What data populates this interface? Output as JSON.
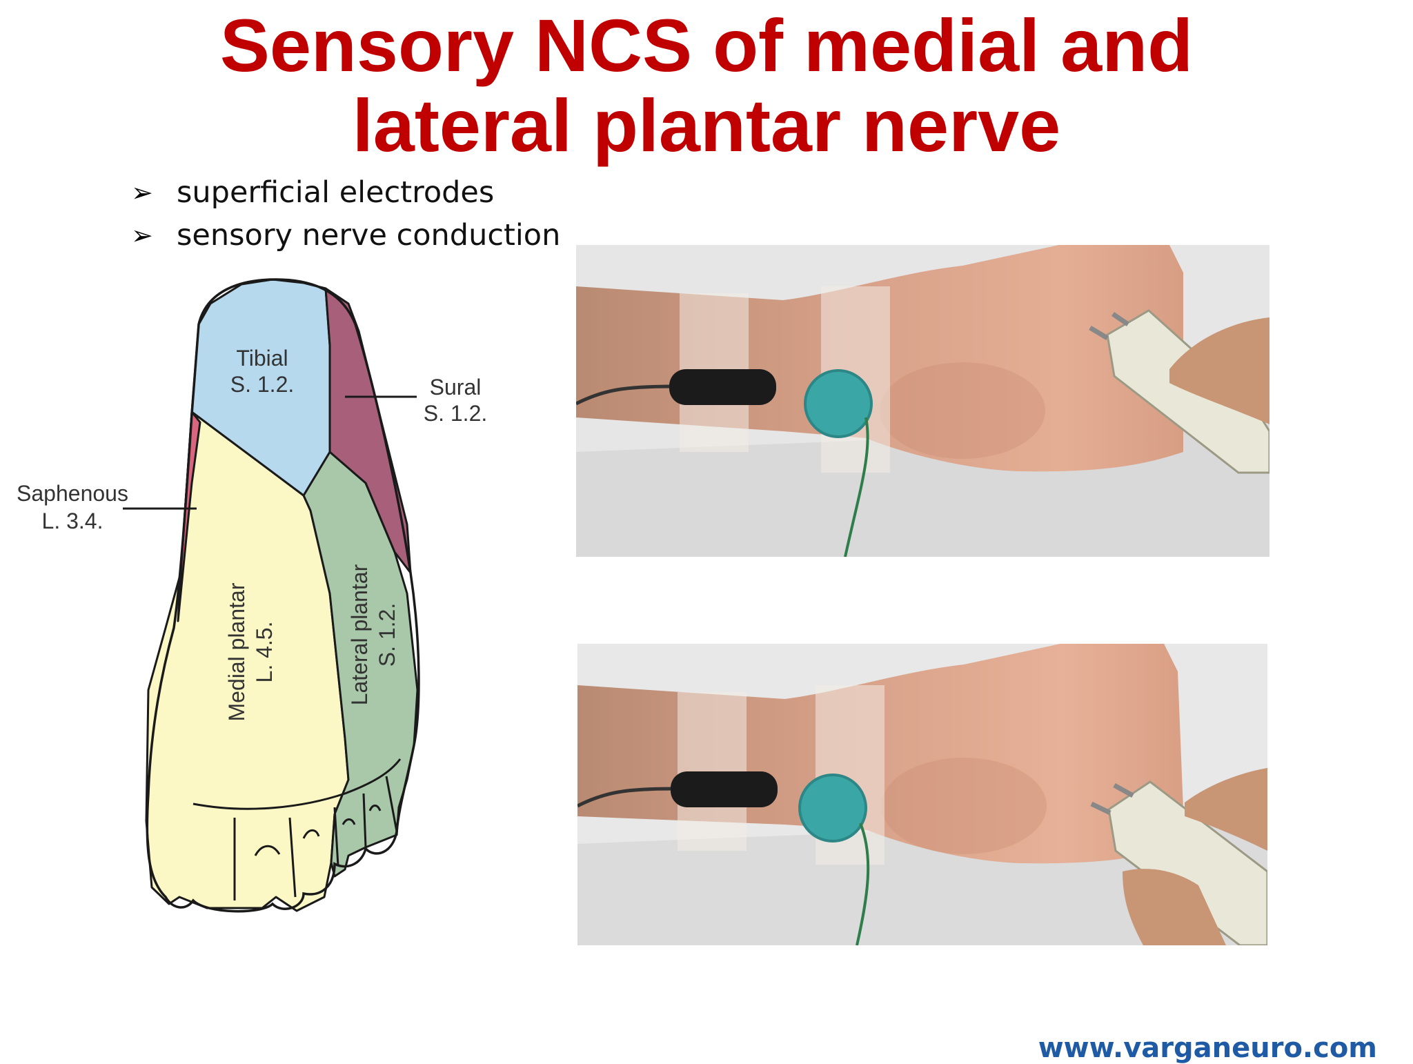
{
  "slide": {
    "title_line1": "Sensory NCS of medial and",
    "title_line2": "lateral plantar nerve",
    "bullets": [
      {
        "marker": "➢",
        "text": "superficial electrodes"
      },
      {
        "marker": "➢",
        "text": "sensory nerve conduction"
      }
    ],
    "footer_url": "www.varganeuro.com"
  },
  "diagram": {
    "regions": {
      "tibial": {
        "name": "Tibial",
        "root": "S. 1.2.",
        "color": "#b6d9ee"
      },
      "sural": {
        "name": "Sural",
        "root": "S. 1.2.",
        "color": "#a8607a"
      },
      "saphenous": {
        "name": "Saphenous",
        "root": "L. 3.4.",
        "color": "#d9667e"
      },
      "medial_plantar": {
        "name": "Medial plantar",
        "root": "L. 4.5.",
        "color": "#fbf8c6"
      },
      "lateral_plantar": {
        "name": "Lateral plantar",
        "root": "S. 1.2.",
        "color": "#a9c8a9"
      }
    }
  },
  "colors": {
    "title": "#c00000",
    "footer": "#1f5aa5",
    "skin": "#e0a88d",
    "electrode": "#3aa7a6"
  },
  "photos": [
    {
      "name": "stimulation-photo-medial"
    },
    {
      "name": "stimulation-photo-lateral"
    }
  ]
}
